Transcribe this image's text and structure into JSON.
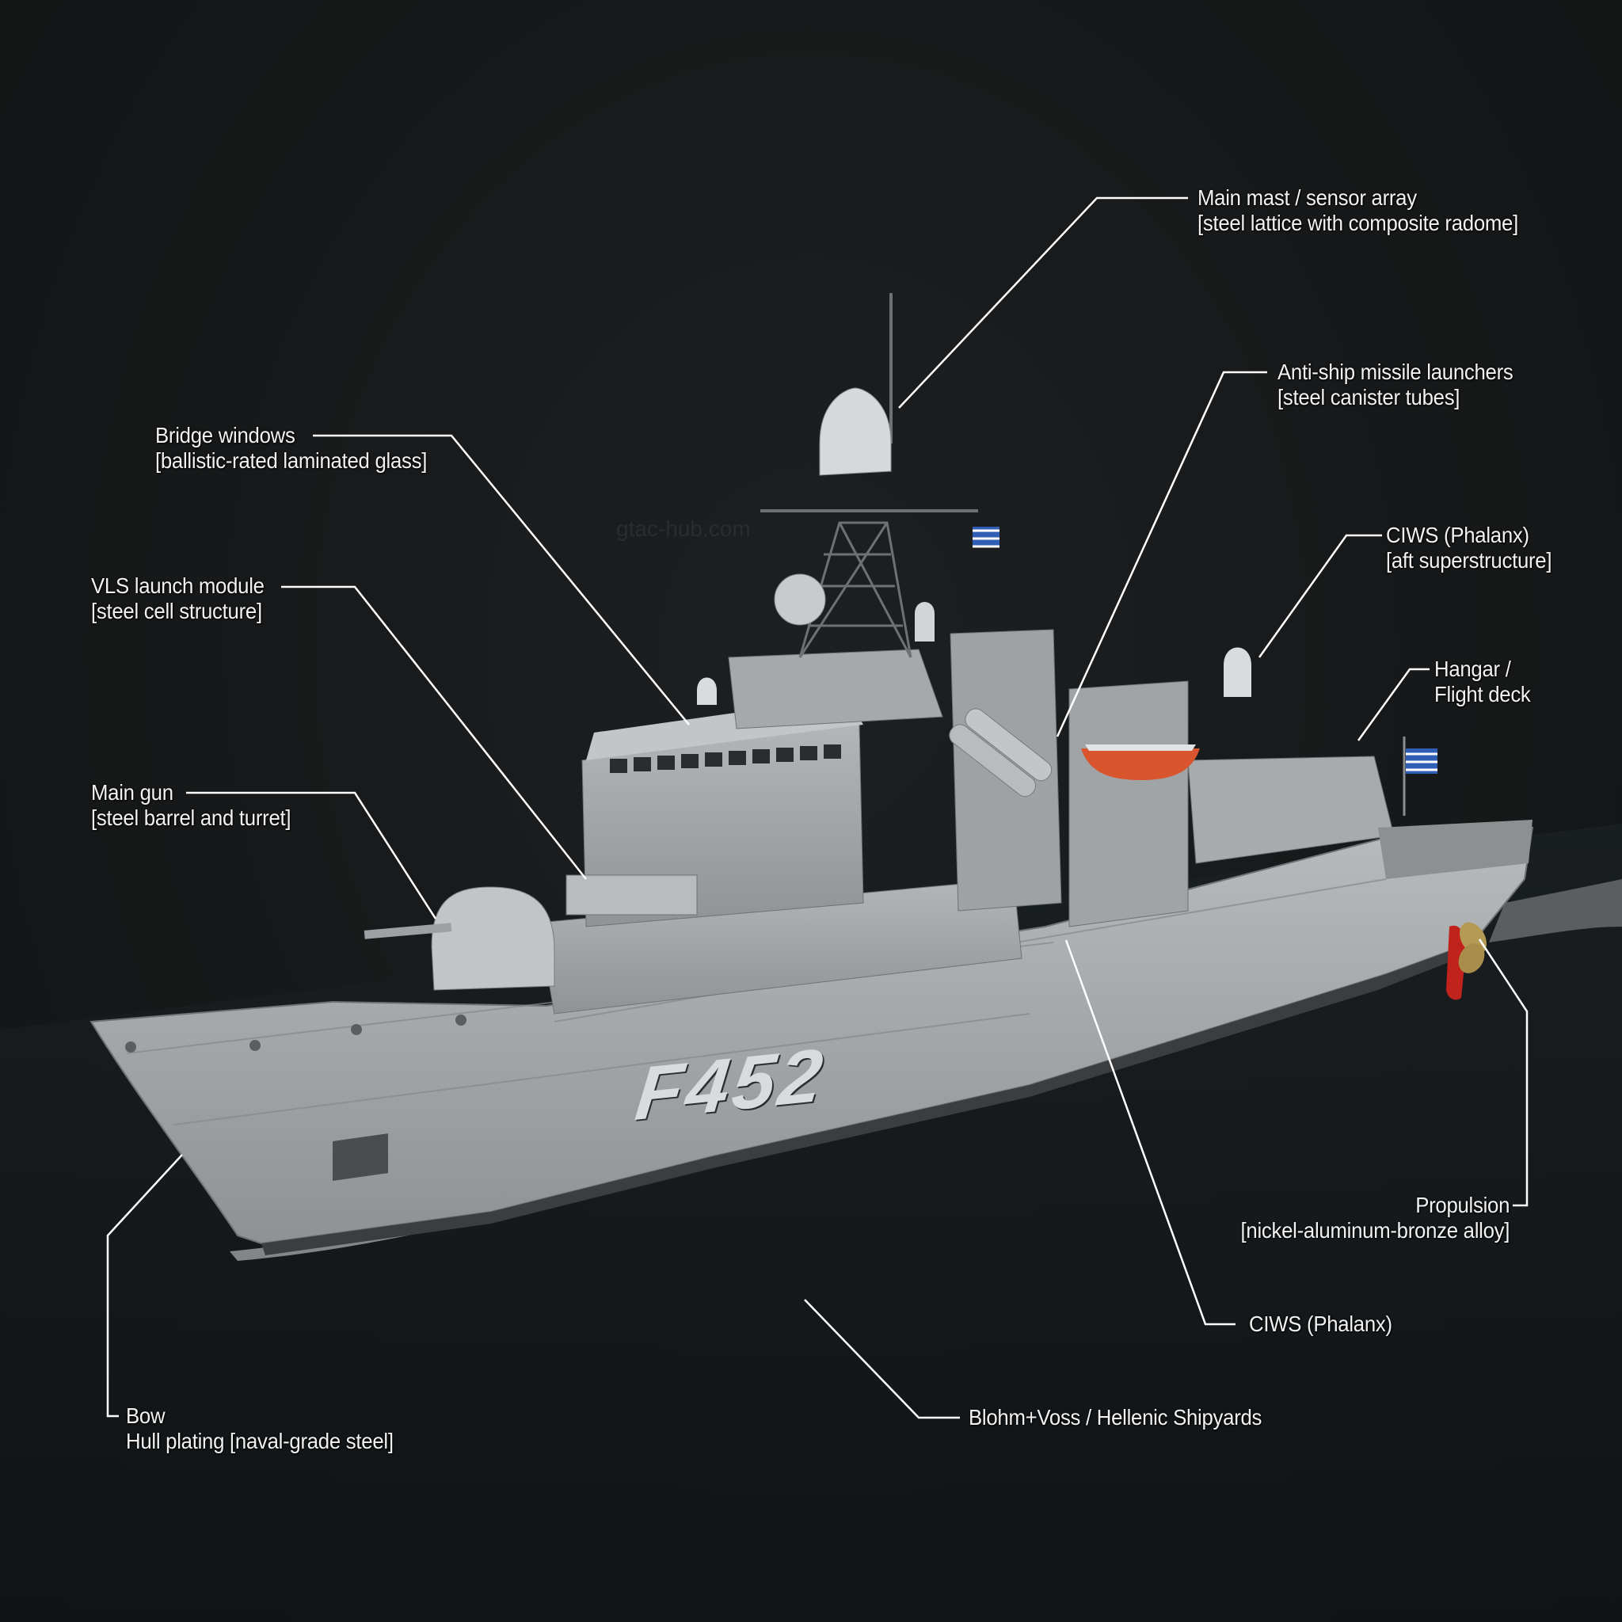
{
  "figure": {
    "subject": "Hydra-class frigate, annotated",
    "hull_number": "F452",
    "watermark": "gtac-hub.com",
    "colors": {
      "background": "#131517",
      "water": "#1c2226",
      "hull": "#a9acae",
      "superstructure": "#9fa3a6",
      "label_text": "#f2f2f2",
      "leader_line": "#ffffff",
      "rudder": "#c0221c",
      "propeller": "#b59a55",
      "lifeboat": "#d8552e"
    }
  },
  "callouts": [
    {
      "id": "main-mast",
      "title": "Main mast / sensor array",
      "detail": "[steel lattice with composite radome]"
    },
    {
      "id": "anti-ship-missiles",
      "title": "Anti-ship missile launchers",
      "detail": "[steel canister tubes]"
    },
    {
      "id": "ciws-aft",
      "title": "CIWS (Phalanx)",
      "detail": "[aft superstructure]"
    },
    {
      "id": "hangar",
      "title": "Hangar /",
      "detail": "Flight deck"
    },
    {
      "id": "bridge-windows",
      "title": "Bridge windows",
      "detail": "[ballistic-rated laminated glass]"
    },
    {
      "id": "vls",
      "title": "VLS launch module",
      "detail": "[steel cell structure]"
    },
    {
      "id": "main-gun",
      "title": "Main gun",
      "detail": "[steel barrel and turret]"
    },
    {
      "id": "propulsion",
      "title": "Propulsion",
      "detail": "[nickel-aluminum-bronze alloy]"
    },
    {
      "id": "ciws-lower",
      "title": "CIWS (Phalanx)",
      "detail": ""
    },
    {
      "id": "shipyard",
      "title": "Blohm+Voss / Hellenic Shipyards",
      "detail": ""
    },
    {
      "id": "bow",
      "title": "Bow",
      "detail": "Hull plating [naval-grade steel]"
    }
  ]
}
